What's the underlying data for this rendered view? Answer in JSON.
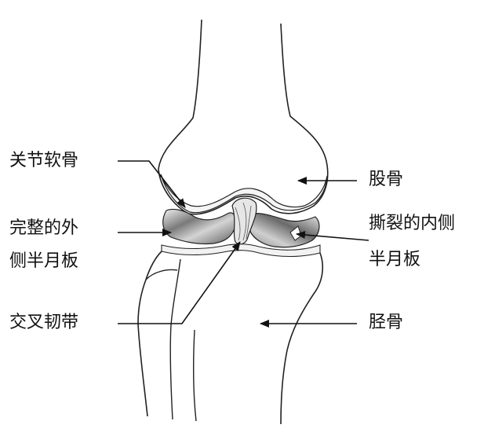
{
  "labels": {
    "articular_cartilage": "关节软骨",
    "intact_lateral_meniscus_line1": "完整的外",
    "intact_lateral_meniscus_line2": "侧半月板",
    "cruciate_ligament": "交叉韧带",
    "femur": "股骨",
    "torn_medial_meniscus_line1": "撕裂的内侧",
    "torn_medial_meniscus_line2": "半月板",
    "tibia": "胫骨"
  },
  "colors": {
    "line": "#222222",
    "cartilage_dark": "#6e6e6e",
    "cartilage_light": "#d9d9d9",
    "background": "#ffffff"
  }
}
